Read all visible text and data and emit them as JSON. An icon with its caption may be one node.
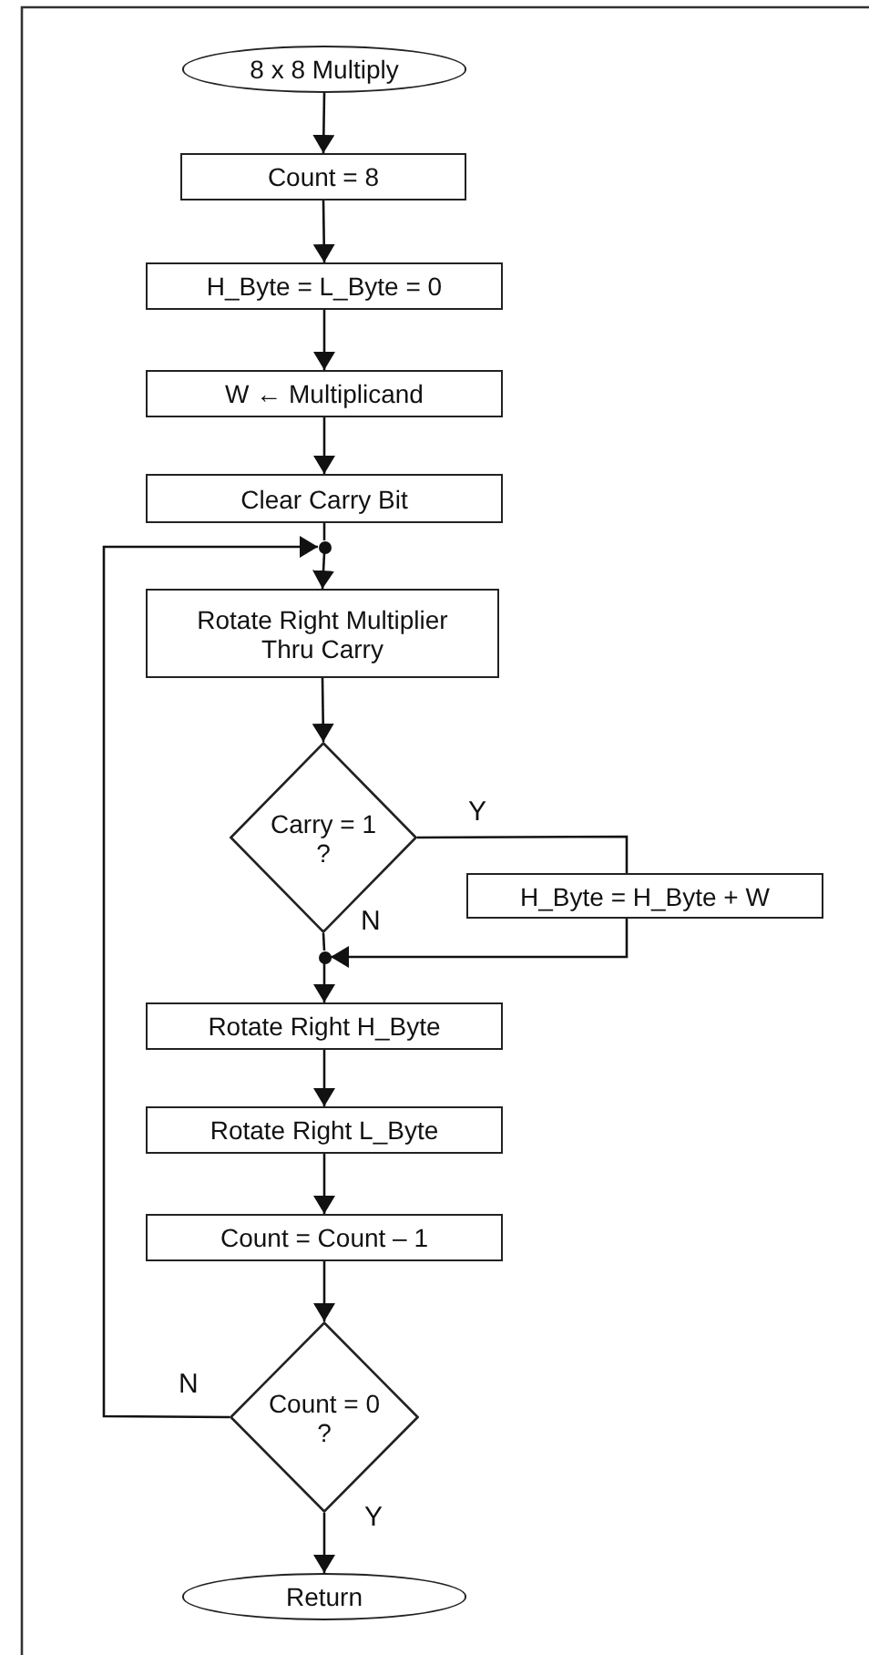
{
  "diagram": {
    "nodes": [
      {
        "text": [
          "8 x 8 Multiply"
        ]
      },
      {
        "text": [
          "Count = 8"
        ]
      },
      {
        "text": [
          "H_Byte = L_Byte = 0"
        ]
      },
      {
        "text": [
          "W ← Multiplicand"
        ]
      },
      {
        "text": [
          "Clear Carry Bit"
        ]
      },
      {
        "text": [],
        "shape": "circle"
      },
      {
        "text": [
          "Rotate Right Multiplier Thru Carry"
        ]
      },
      {
        "text": [
          "Carry = 1 ?"
        ]
      },
      {
        "text": [
          "H_Byte = H_Byte + W"
        ]
      },
      {
        "text": [],
        "shape": "circle"
      },
      {
        "text": [
          "Rotate Right H_Byte"
        ]
      },
      {
        "text": [
          "Rotate Right L_Byte"
        ]
      },
      {
        "text": [
          "Count = Count – 1"
        ]
      },
      {
        "text": [
          "Count = 0 ?"
        ]
      },
      {
        "text": [
          "Return"
        ]
      }
    ],
    "edges": [
      {
        "from": 0,
        "to": 1,
        "arrow": "to"
      },
      {
        "from": 1,
        "to": 2,
        "arrow": "to"
      },
      {
        "from": 2,
        "to": 3,
        "arrow": "to"
      },
      {
        "from": 3,
        "to": 4,
        "arrow": "to"
      },
      {
        "from": 4,
        "to": 5,
        "arrow": "none"
      },
      {
        "from": 5,
        "to": 6,
        "arrow": "to"
      },
      {
        "from": 6,
        "to": 7,
        "arrow": "to"
      },
      {
        "from": 7,
        "to": 8,
        "arrow": "none",
        "label": "Y"
      },
      {
        "from": 8,
        "to": 9,
        "arrow": "to"
      },
      {
        "from": 7,
        "to": 9,
        "arrow": "none",
        "label": "N"
      },
      {
        "from": 9,
        "to": 10,
        "arrow": "to"
      },
      {
        "from": 10,
        "to": 11,
        "arrow": "to"
      },
      {
        "from": 11,
        "to": 12,
        "arrow": "to"
      },
      {
        "from": 12,
        "to": 13,
        "arrow": "to"
      },
      {
        "from": 13,
        "to": 5,
        "arrow": "to",
        "label": "N"
      },
      {
        "from": 13,
        "to": 14,
        "arrow": "to",
        "label": "Y"
      }
    ]
  }
}
